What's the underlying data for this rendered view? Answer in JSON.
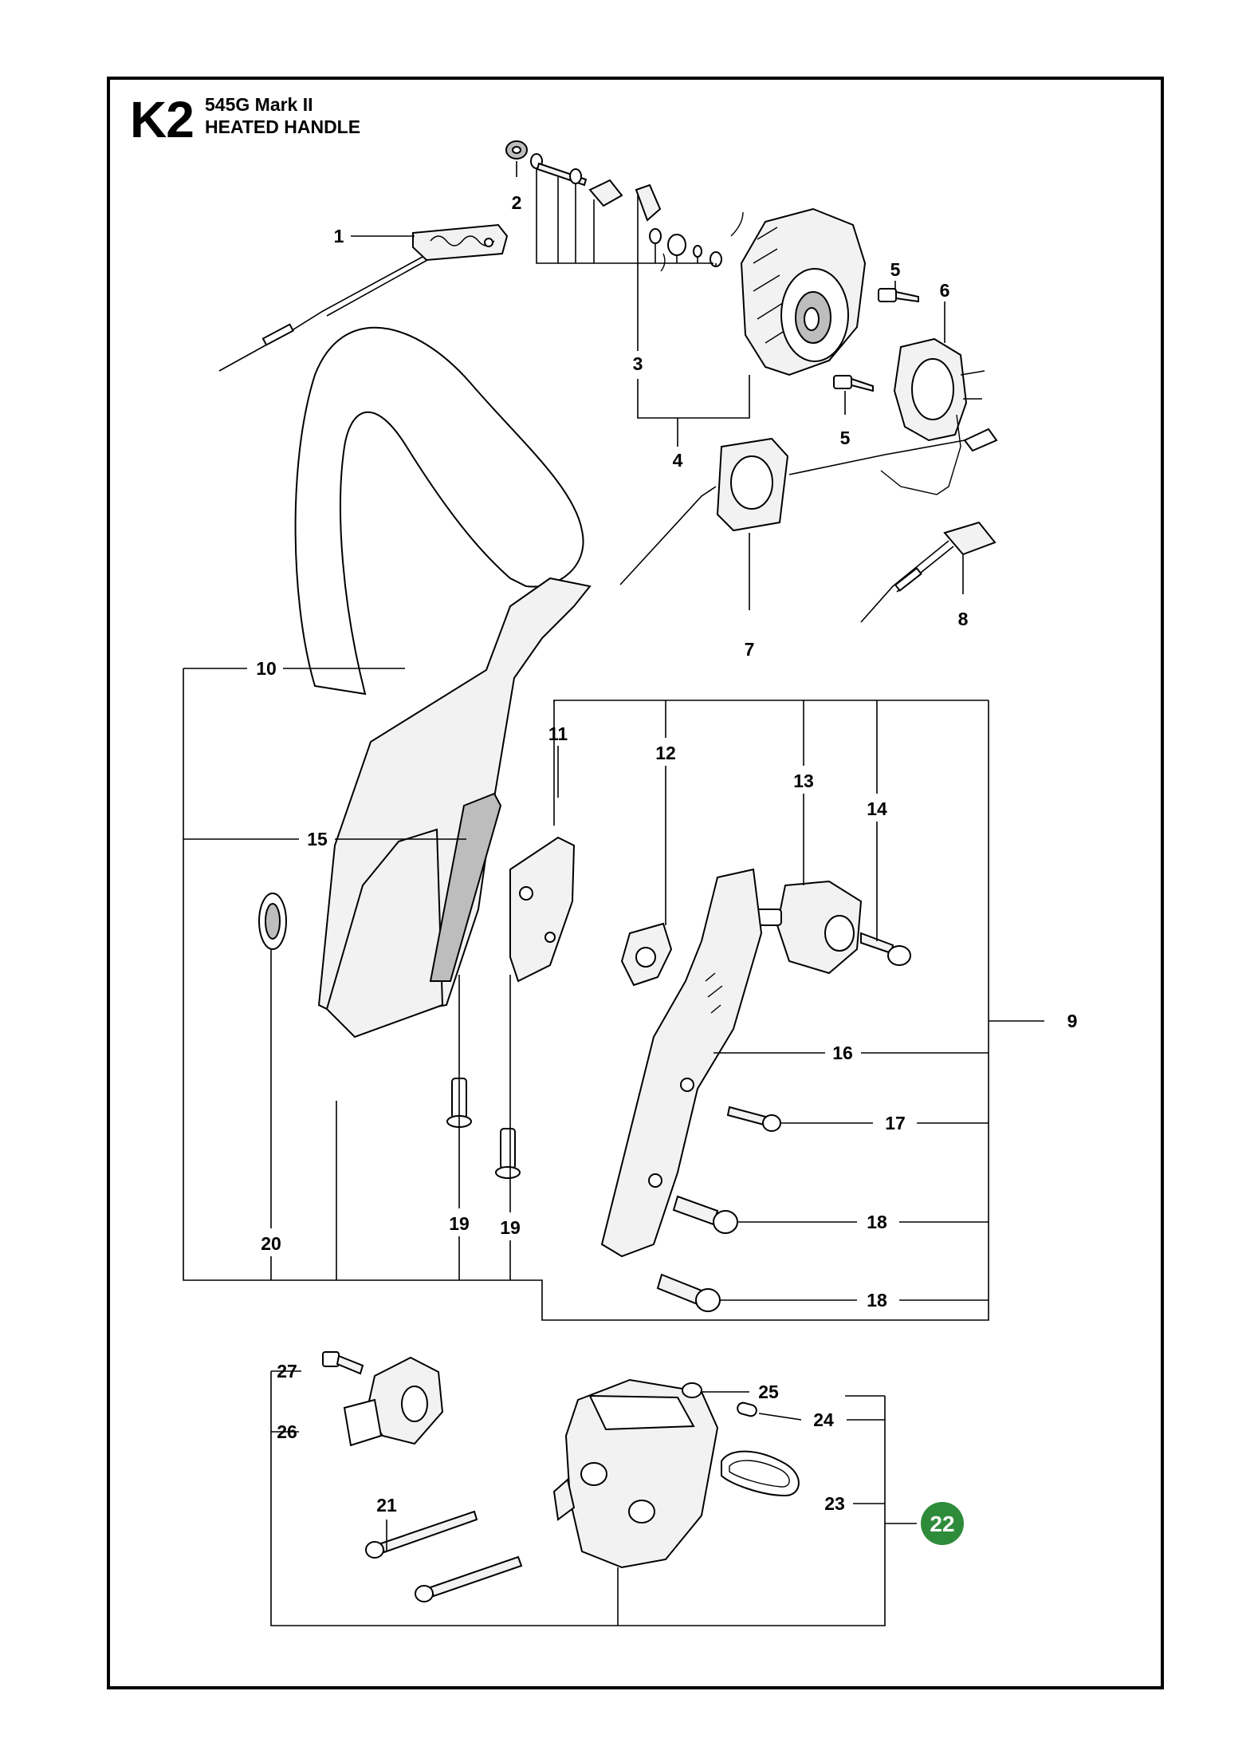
{
  "header": {
    "page_code": "K2",
    "model": "545G Mark II",
    "section": "HEATED HANDLE"
  },
  "callouts": {
    "c1": "1",
    "c2": "2",
    "c3": "3",
    "c4": "4",
    "c5a": "5",
    "c5b": "5",
    "c6": "6",
    "c7": "7",
    "c8": "8",
    "c9": "9",
    "c10": "10",
    "c11": "11",
    "c12": "12",
    "c13": "13",
    "c14": "14",
    "c15": "15",
    "c16": "16",
    "c17": "17",
    "c18a": "18",
    "c18b": "18",
    "c19a": "19",
    "c19b": "19",
    "c20": "20",
    "c21": "21",
    "c23": "23",
    "c24": "24",
    "c25": "25",
    "c26": "26",
    "c27": "27"
  },
  "badge": {
    "label": "22",
    "color": "#2e8b3a"
  },
  "colors": {
    "line": "#000000",
    "part_fill": "#f2f2f2",
    "background": "#ffffff"
  }
}
